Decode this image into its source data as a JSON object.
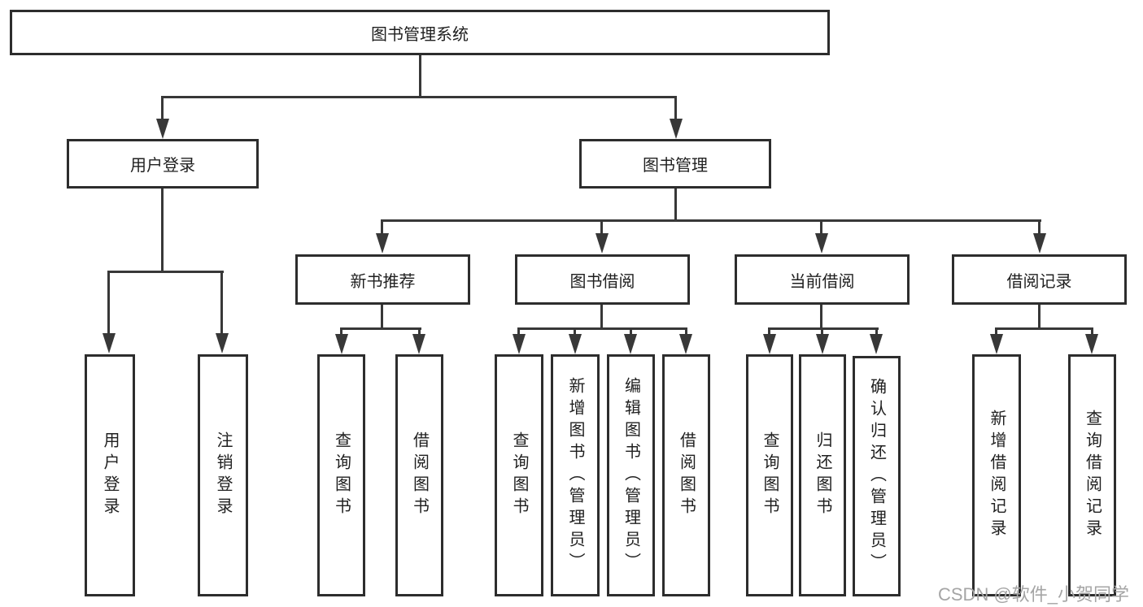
{
  "diagram": {
    "root": {
      "label": "图书管理系统"
    },
    "level2": [
      {
        "id": "user_login",
        "label": "用户登录"
      },
      {
        "id": "book_management",
        "label": "图书管理"
      }
    ],
    "level3": [
      {
        "id": "new_book",
        "label": "新书推荐"
      },
      {
        "id": "book_borrow",
        "label": "图书借阅"
      },
      {
        "id": "current_borrow",
        "label": "当前借阅"
      },
      {
        "id": "borrow_records",
        "label": "借阅记录"
      }
    ],
    "leaves": {
      "user_login": [
        "用户登录",
        "注销登录"
      ],
      "new_book": [
        "查询图书",
        "借阅图书"
      ],
      "book_borrow": [
        "查询图书",
        "新增图书（管理员）",
        "编辑图书（管理员）",
        "借阅图书"
      ],
      "current_borrow": [
        "查询图书",
        "归还图书",
        "确认归还（管理员）"
      ],
      "borrow_records": [
        "新增借阅记录",
        "查询借阅记录"
      ]
    },
    "watermark": "CSDN @软件_小贺同学",
    "colors": {
      "line": "#383838",
      "box_border": "#2d2d2d",
      "text": "#1f1f1f",
      "watermark": "#a5a5a5",
      "background": "#ffffff"
    }
  }
}
